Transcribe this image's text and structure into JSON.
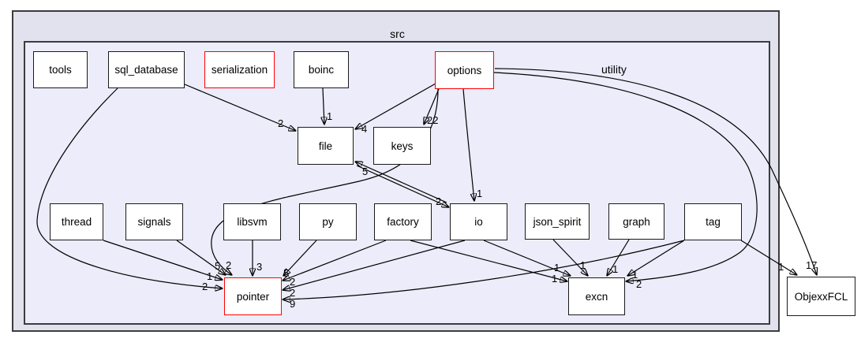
{
  "diagram": {
    "outer_cluster_label": "src",
    "inner_cluster_label": "utility",
    "colors": {
      "outer_bg": "#e2e2ee",
      "inner_bg": "#ececfa",
      "frame_border": "#3c3c3c",
      "node_bg": "#ffffff",
      "node_border": "#1a1a1a",
      "highlight_border": "#ff0000"
    },
    "nodes": [
      {
        "id": "tools",
        "label": "tools",
        "highlighted": false
      },
      {
        "id": "sql_database",
        "label": "sql_database",
        "highlighted": false
      },
      {
        "id": "serialization",
        "label": "serialization",
        "highlighted": true
      },
      {
        "id": "boinc",
        "label": "boinc",
        "highlighted": false
      },
      {
        "id": "options",
        "label": "options",
        "highlighted": true
      },
      {
        "id": "file",
        "label": "file",
        "highlighted": false
      },
      {
        "id": "keys",
        "label": "keys",
        "highlighted": false
      },
      {
        "id": "thread",
        "label": "thread",
        "highlighted": false
      },
      {
        "id": "signals",
        "label": "signals",
        "highlighted": false
      },
      {
        "id": "libsvm",
        "label": "libsvm",
        "highlighted": false
      },
      {
        "id": "py",
        "label": "py",
        "highlighted": false
      },
      {
        "id": "factory",
        "label": "factory",
        "highlighted": false
      },
      {
        "id": "io",
        "label": "io",
        "highlighted": false
      },
      {
        "id": "json_spirit",
        "label": "json_spirit",
        "highlighted": false
      },
      {
        "id": "graph",
        "label": "graph",
        "highlighted": false
      },
      {
        "id": "tag",
        "label": "tag",
        "highlighted": false
      },
      {
        "id": "pointer",
        "label": "pointer",
        "highlighted": true
      },
      {
        "id": "excn",
        "label": "excn",
        "highlighted": false
      },
      {
        "id": "ObjexxFCL",
        "label": "ObjexxFCL",
        "highlighted": false
      }
    ],
    "edges": [
      {
        "from": "boinc",
        "to": "file",
        "label": "1"
      },
      {
        "from": "sql_database",
        "to": "file",
        "label": "2"
      },
      {
        "from": "options",
        "to": "file",
        "label": "4"
      },
      {
        "from": "options",
        "to": "keys",
        "label": "22"
      },
      {
        "from": "io",
        "to": "file",
        "label": "5"
      },
      {
        "from": "file",
        "to": "io",
        "label": "2"
      },
      {
        "from": "options",
        "to": "io",
        "label": "1"
      },
      {
        "from": "sql_database",
        "to": "pointer",
        "label": "2"
      },
      {
        "from": "thread",
        "to": "pointer",
        "label": "1"
      },
      {
        "from": "signals",
        "to": "pointer",
        "label": "5"
      },
      {
        "from": "options",
        "to": "pointer",
        "label": "2"
      },
      {
        "from": "libsvm",
        "to": "pointer",
        "label": "3"
      },
      {
        "from": "py",
        "to": "pointer",
        "label": "5"
      },
      {
        "from": "factory",
        "to": "pointer",
        "label": "2"
      },
      {
        "from": "io",
        "to": "pointer",
        "label": "2"
      },
      {
        "from": "tag",
        "to": "pointer",
        "label": "9"
      },
      {
        "from": "io",
        "to": "excn",
        "label": "1"
      },
      {
        "from": "factory",
        "to": "excn",
        "label": "1"
      },
      {
        "from": "json_spirit",
        "to": "excn",
        "label": "1"
      },
      {
        "from": "graph",
        "to": "excn",
        "label": "1"
      },
      {
        "from": "tag",
        "to": "excn",
        "label": "1"
      },
      {
        "from": "options",
        "to": "excn",
        "label": "2"
      },
      {
        "from": "tag",
        "to": "ObjexxFCL",
        "label": "1"
      },
      {
        "from": "options",
        "to": "ObjexxFCL",
        "label": "17"
      }
    ]
  }
}
